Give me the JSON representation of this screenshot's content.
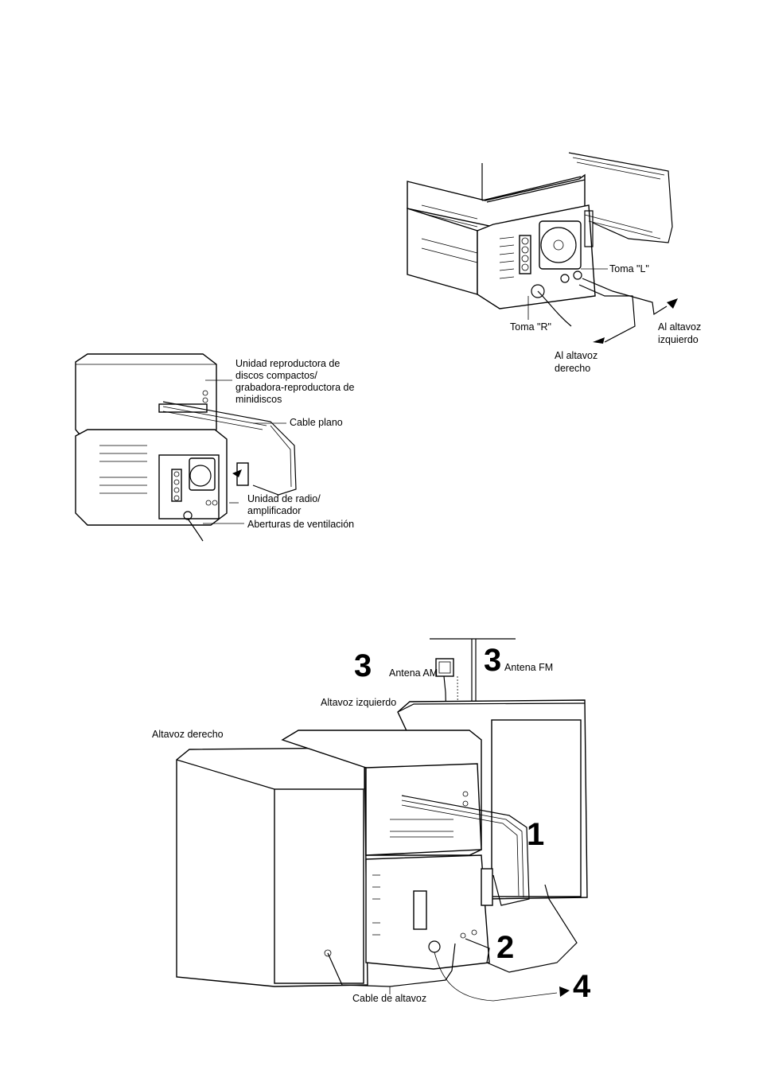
{
  "diagram_top_right": {
    "label_toma_l": "Toma \"L\"",
    "label_toma_r": "Toma \"R\"",
    "label_left_speaker": [
      "Al altavoz",
      "izquierdo"
    ],
    "label_right_speaker": [
      "Al altavoz",
      "derecho"
    ]
  },
  "diagram_middle_left": {
    "label_cd_unit": [
      "Unidad reproductora de",
      "discos compactos/",
      "grabadora-reproductora de",
      "minidiscos"
    ],
    "label_flat_cable": "Cable plano",
    "label_radio_unit": [
      "Unidad de radio/",
      "amplificador"
    ],
    "label_vents": "Aberturas de ventilación"
  },
  "diagram_bottom": {
    "step_am_number": "3",
    "label_am_antenna": "Antena AM",
    "step_fm_number": "3",
    "label_fm_antenna": "Antena FM",
    "label_left_speaker": "Altavoz izquierdo",
    "label_right_speaker": "Altavoz derecho",
    "step_1": "1",
    "step_2": "2",
    "step_4": "4",
    "label_speaker_cable": "Cable de altavoz"
  }
}
